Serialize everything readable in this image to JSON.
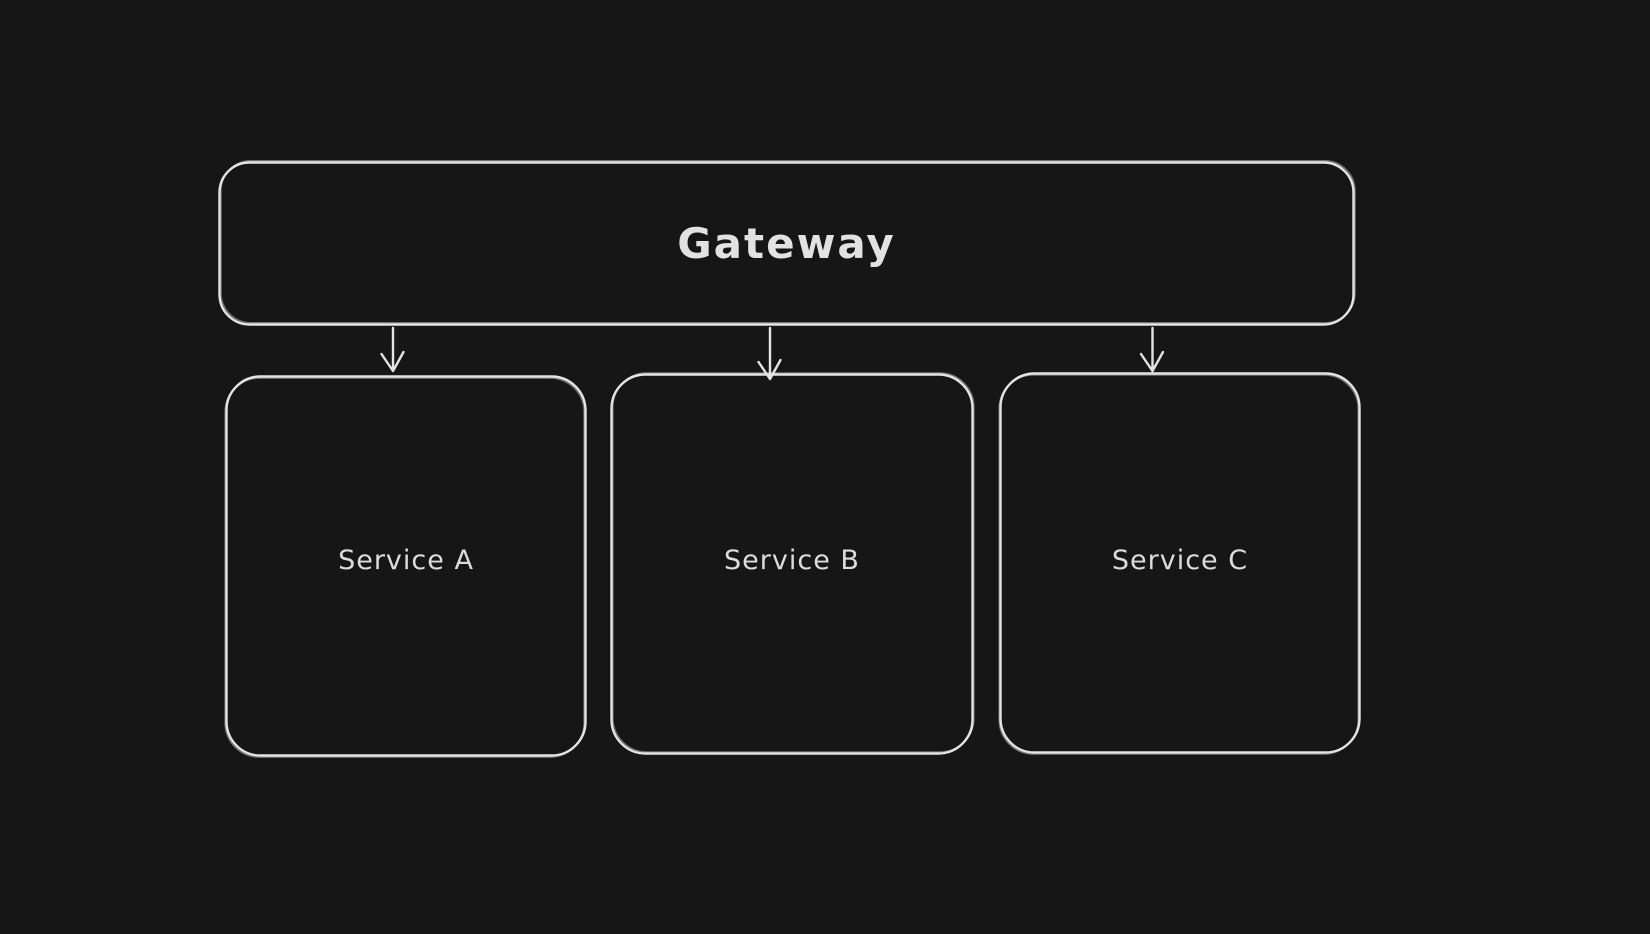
{
  "diagram": {
    "style": "hand-drawn-sketch",
    "background_color": "#161616",
    "stroke_color": "#e4e4e4",
    "label_color": "#dcdcdc",
    "nodes": [
      {
        "id": "gateway",
        "label": "Gateway",
        "shape": "rounded-rectangle"
      },
      {
        "id": "service-a",
        "label": "Service A",
        "shape": "rounded-rectangle"
      },
      {
        "id": "service-b",
        "label": "Service B",
        "shape": "rounded-rectangle"
      },
      {
        "id": "service-c",
        "label": "Service C",
        "shape": "rounded-rectangle"
      }
    ],
    "edges": [
      {
        "from": "Gateway",
        "to": "Service A",
        "connector": "arrow-down"
      },
      {
        "from": "Gateway",
        "to": "Service B",
        "connector": "arrow-down"
      },
      {
        "from": "Gateway",
        "to": "Service C",
        "connector": "arrow-down"
      }
    ]
  }
}
